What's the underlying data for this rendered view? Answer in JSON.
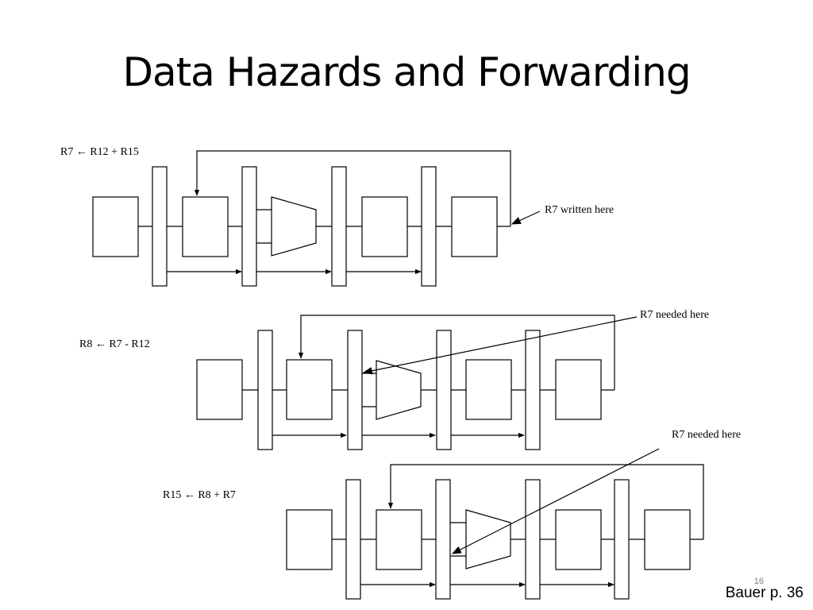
{
  "slide": {
    "title": "Data Hazards and Forwarding",
    "number": "16",
    "citation": "Bauer p. 36"
  },
  "diagram": {
    "instructions": [
      {
        "text": "R7 ← R12 + R15",
        "annotation": "R7 written here"
      },
      {
        "text": "R8 ← R7 - R12",
        "annotation": "R7 needed here"
      },
      {
        "text": "R15 ← R8 + R7",
        "annotation": "R7 needed here"
      }
    ]
  }
}
